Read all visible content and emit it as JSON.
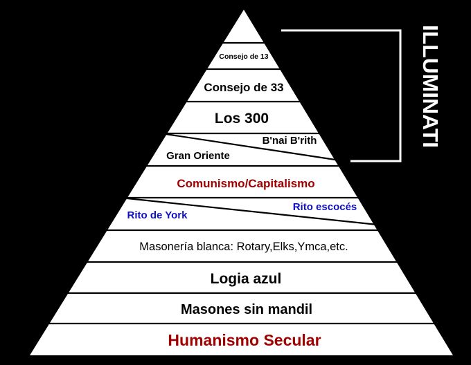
{
  "pyramid": {
    "levels": [
      {
        "label": "Consejo de 13",
        "color": "#000000"
      },
      {
        "label": "Consejo de 33",
        "color": "#000000"
      },
      {
        "label": "Los 300",
        "color": "#000000"
      },
      {
        "label": "B'nai B'rith",
        "color": "#000000"
      },
      {
        "label": "Gran Oriente",
        "color": "#000000"
      },
      {
        "label": "Comunismo/Capitalismo",
        "color": "#a00000"
      },
      {
        "label": "Rito escocés",
        "color": "#1010c0"
      },
      {
        "label": "Rito de York",
        "color": "#1010c0"
      },
      {
        "label": "Masonería blanca: Rotary,Elks,Ymca,etc.",
        "color": "#000000"
      },
      {
        "label": "Logia azul",
        "color": "#000000"
      },
      {
        "label": "Masones sin mandil",
        "color": "#000000"
      },
      {
        "label": "Humanismo Secular",
        "color": "#a00000"
      }
    ]
  },
  "bracket": {
    "label": "ILLUMINATI",
    "color": "#ffffff"
  }
}
